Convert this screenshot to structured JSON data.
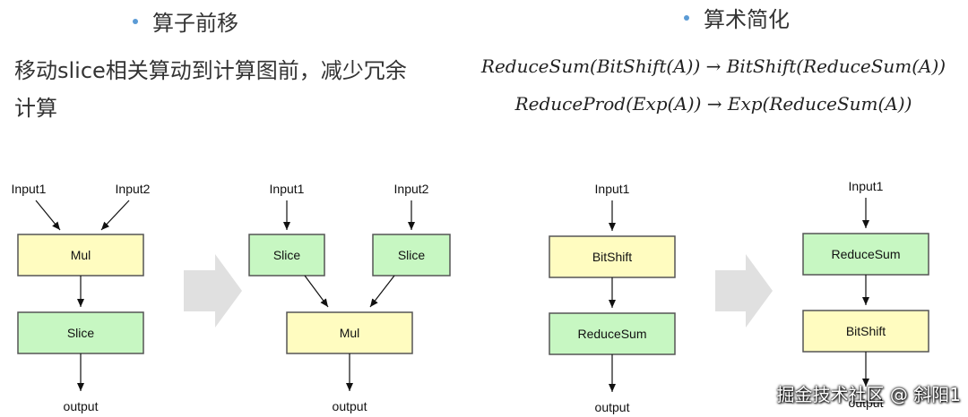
{
  "left_section": {
    "title": "算子前移",
    "description": "移动slice相关算动到计算图前，减少冗余计算"
  },
  "right_section": {
    "title": "算术简化",
    "formula_1": "ReduceSum(BitShift(A)) → BitShift(ReduceSum(A))",
    "formula_2": "ReduceProd(Exp(A)) → Exp(ReduceSum(A))"
  },
  "diagrams": {
    "d1": {
      "input1": "Input1",
      "input2": "Input2",
      "node1": "Mul",
      "node2": "Slice",
      "output": "output"
    },
    "d2": {
      "input1": "Input1",
      "input2": "Input2",
      "node1": "Slice",
      "node2": "Slice",
      "node3": "Mul",
      "output": "output"
    },
    "d3": {
      "input1": "Input1",
      "node1": "BitShift",
      "node2": "ReduceSum",
      "output": "output"
    },
    "d4": {
      "input1": "Input1",
      "node1": "ReduceSum",
      "node2": "BitShift",
      "output": "output"
    }
  },
  "colors": {
    "yellow_node": "#fffcc0",
    "green_node": "#c7f7c2",
    "node_border": "#555555",
    "transform_arrow": "#e0e0e0",
    "bullet": "#5b9bd5"
  },
  "watermark": "掘金技术社区 @ 斜阳1"
}
